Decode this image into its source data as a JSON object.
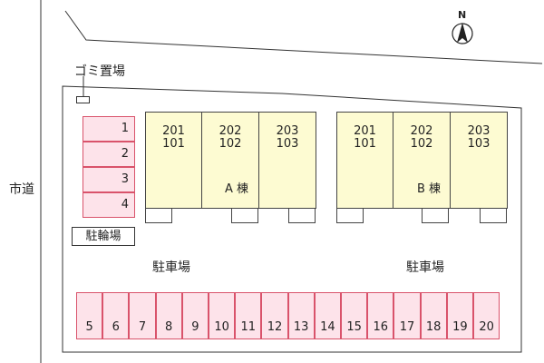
{
  "labels": {
    "garbage": "ゴミ置場",
    "city_road": "市道",
    "bike_parking": "駐輪場",
    "parking_left": "駐車場",
    "parking_right": "駐車場",
    "north": "N",
    "building_a": "A 棟",
    "building_b": "B 棟"
  },
  "bike_slots": [
    "1",
    "2",
    "3",
    "4"
  ],
  "building_a_units": [
    {
      "upper": "201",
      "lower": "101"
    },
    {
      "upper": "202",
      "lower": "102"
    },
    {
      "upper": "203",
      "lower": "103"
    }
  ],
  "building_b_units": [
    {
      "upper": "201",
      "lower": "101"
    },
    {
      "upper": "202",
      "lower": "102"
    },
    {
      "upper": "203",
      "lower": "103"
    }
  ],
  "parking_slots": [
    "5",
    "6",
    "7",
    "8",
    "9",
    "10",
    "11",
    "12",
    "13",
    "14",
    "15",
    "16",
    "17",
    "18",
    "19",
    "20"
  ],
  "colors": {
    "unit_fill": "#fdfbd2",
    "slot_fill": "#fde3ea",
    "slot_border": "#d9536b"
  }
}
